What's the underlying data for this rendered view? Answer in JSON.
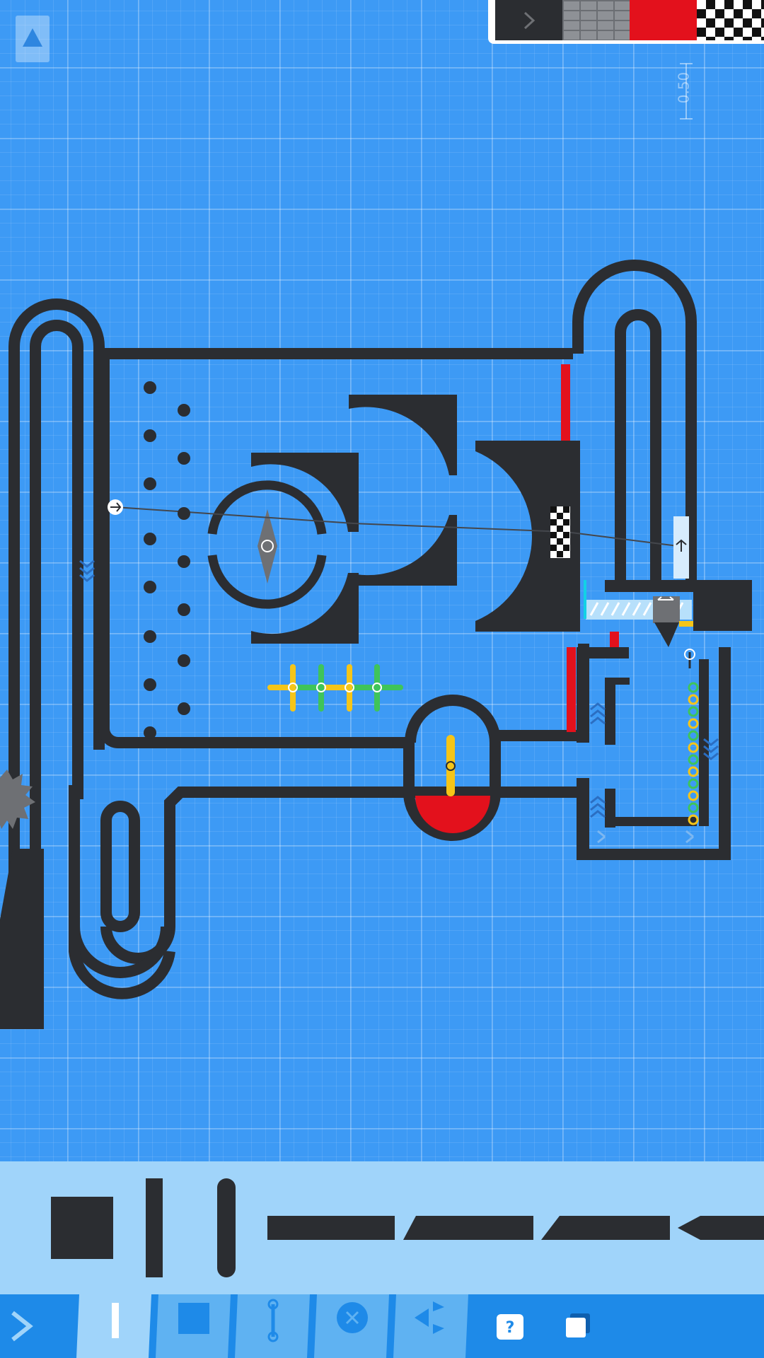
{
  "ruler": {
    "label": "0.50"
  },
  "top_toolbar": {
    "up_icon": "triangle-up-icon",
    "swatches": [
      "dark-solid",
      "gray-brick",
      "red",
      "checkered-finish"
    ],
    "next_icon": "chevron-right-icon"
  },
  "palette": {
    "pieces": [
      "square-block",
      "tall-bar",
      "rounded-bar",
      "long-bar",
      "trapezoid-left",
      "trapezoid-right",
      "wedge-arrow"
    ]
  },
  "bottom_tabs": [
    {
      "name": "walls",
      "icon": "bar-icon",
      "active": true
    },
    {
      "name": "blocks",
      "icon": "square-icon",
      "active": false
    },
    {
      "name": "joints",
      "icon": "link-icon",
      "active": false
    },
    {
      "name": "motors",
      "icon": "x-circle-icon",
      "active": false
    },
    {
      "name": "shapes",
      "icon": "triangles-icon",
      "active": false
    }
  ],
  "bottom_tools": [
    "help-icon",
    "copy-icon"
  ],
  "colors": {
    "canvas": "#3d9af5",
    "wall": "#2b2d31",
    "red": "#e3111c",
    "yellow": "#f5c518",
    "green": "#3fc45a",
    "palette_bg": "#a0d4fa",
    "bar_bg": "#1e8ae8"
  }
}
